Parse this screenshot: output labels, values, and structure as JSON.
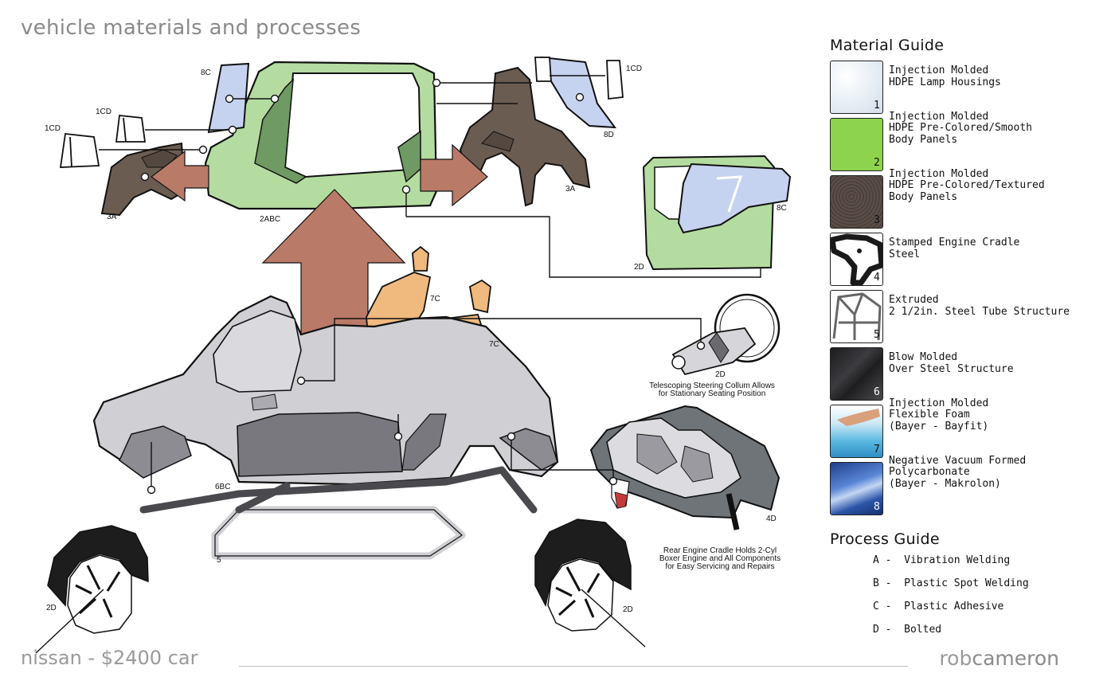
{
  "title": "vehicle materials and processes",
  "footer": {
    "left": "nissan - $2400 car",
    "right_light": "rob",
    "right_bold": "cameron"
  },
  "part_labels": {
    "p8c_top": "8C",
    "p1cd_a": "1CD",
    "p1cd_b": "1CD",
    "p1cd_c": "1CD",
    "p8d": "8D",
    "p3a_left": "3A",
    "p3a_right": "3A",
    "p2abc": "2ABC",
    "p8c_door": "8C",
    "p2d_door": "2D",
    "p7c_a": "7C",
    "p7c_b": "7C",
    "p2d_steer": "2D",
    "p6bc": "6BC",
    "p5": "5",
    "p4d": "4D",
    "p2d_wheel_left": "2D",
    "p2d_wheel_right": "2D"
  },
  "captions": {
    "steering_1": "Telescoping Steering Collum Allows",
    "steering_2": "for Stationary Seating Position",
    "engine_1": "Rear Engine Cradle Holds 2-Cyl",
    "engine_2": "Boxer Engine and All Components",
    "engine_3": "for Easy Servicing and Repairs"
  },
  "material_guide": {
    "title": "Material Guide",
    "items": [
      {
        "num": "1",
        "lines": [
          "Injection Molded",
          "HDPE Lamp Housings"
        ],
        "swatch_icon": "white-textured-plastic-swatch"
      },
      {
        "num": "2",
        "lines": [
          "Injection Molded",
          "HDPE Pre-Colored/Smooth",
          "Body Panels"
        ],
        "swatch_icon": "green-smooth-plastic-swatch"
      },
      {
        "num": "3",
        "lines": [
          "Injection Molded",
          "HDPE Pre-Colored/Textured",
          "Body Panels"
        ],
        "swatch_icon": "brown-textured-plastic-swatch"
      },
      {
        "num": "4",
        "lines": [
          "Stamped Engine Cradle",
          "Steel"
        ],
        "swatch_icon": "engine-cradle-swatch"
      },
      {
        "num": "5",
        "lines": [
          "Extruded",
          "2 1/2in. Steel Tube Structure"
        ],
        "swatch_icon": "tube-frame-swatch"
      },
      {
        "num": "6",
        "lines": [
          "Blow Molded",
          "Over Steel Structure"
        ],
        "swatch_icon": "blow-molded-swatch"
      },
      {
        "num": "7",
        "lines": [
          "Injection Molded",
          "Flexible Foam",
          "(Bayer - Bayfit)"
        ],
        "swatch_icon": "flexible-foam-swatch"
      },
      {
        "num": "8",
        "lines": [
          "Negative Vacuum Formed",
          "Polycarbonate",
          "(Bayer - Makrolon)"
        ],
        "swatch_icon": "polycarbonate-swatch"
      }
    ]
  },
  "process_guide": {
    "title": "Process Guide",
    "items": [
      "A -  Vibration Welding",
      "B -  Plastic Spot Welding",
      "C -  Plastic Adhesive",
      "D -  Bolted"
    ]
  },
  "colors": {
    "green_panel": "#b5dca0",
    "green_dark": "#6f9a63",
    "brown_panel": "#6b5c52",
    "arrow": "#b97a68",
    "body_gray": "#cfcfd4",
    "seat": "#f0b97e",
    "glass": "#c6d3f0"
  }
}
